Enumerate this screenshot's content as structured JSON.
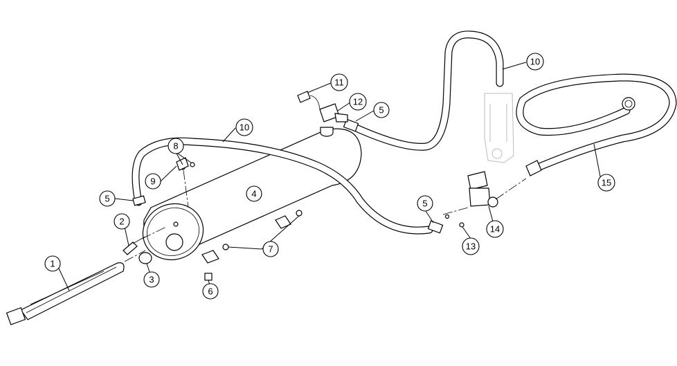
{
  "callouts": [
    {
      "id": "c1",
      "label": "1"
    },
    {
      "id": "c2",
      "label": "2"
    },
    {
      "id": "c3",
      "label": "3"
    },
    {
      "id": "c4",
      "label": "4"
    },
    {
      "id": "c5a",
      "label": "5"
    },
    {
      "id": "c5b",
      "label": "5"
    },
    {
      "id": "c5c",
      "label": "5"
    },
    {
      "id": "c6",
      "label": "6"
    },
    {
      "id": "c7",
      "label": "7"
    },
    {
      "id": "c8",
      "label": "8"
    },
    {
      "id": "c9",
      "label": "9"
    },
    {
      "id": "c10a",
      "label": "10"
    },
    {
      "id": "c10b",
      "label": "10"
    },
    {
      "id": "c11",
      "label": "11"
    },
    {
      "id": "c12",
      "label": "12"
    },
    {
      "id": "c13",
      "label": "13"
    },
    {
      "id": "c14",
      "label": "14"
    },
    {
      "id": "c15",
      "label": "15"
    }
  ]
}
